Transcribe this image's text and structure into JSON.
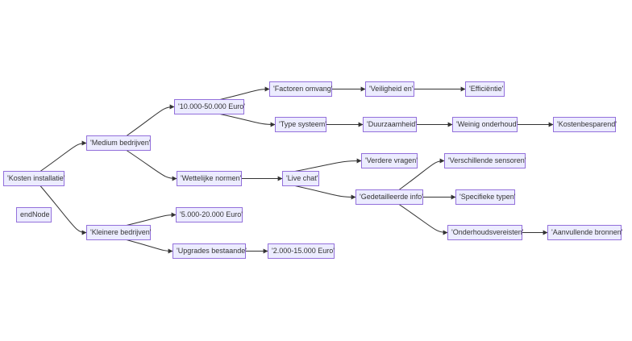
{
  "diagram": {
    "type": "flowchart",
    "colors": {
      "node_fill": "#ECECFF",
      "node_border": "#9370DB",
      "edge": "#333333",
      "text": "#333333"
    },
    "nodes": [
      {
        "id": "A",
        "label": "'Kosten installatie'"
      },
      {
        "id": "B",
        "label": "'Medium bedrijven'"
      },
      {
        "id": "C",
        "label": "'Kleinere bedrijven'"
      },
      {
        "id": "D",
        "label": "'10.000-50.000 Euro'"
      },
      {
        "id": "E",
        "label": "'Wettelijke normen'"
      },
      {
        "id": "F",
        "label": "'5.000-20.000 Euro'"
      },
      {
        "id": "G",
        "label": "'Upgrades bestaande'"
      },
      {
        "id": "H",
        "label": "'2.000-15.000 Euro'"
      },
      {
        "id": "I",
        "label": "'Factoren omvang'"
      },
      {
        "id": "J",
        "label": "'Veiligheid en'"
      },
      {
        "id": "K",
        "label": "'Efficiëntie'"
      },
      {
        "id": "L",
        "label": "'Type systeem'"
      },
      {
        "id": "M",
        "label": "'Duurzaamheid'"
      },
      {
        "id": "N",
        "label": "'Weinig onderhoud'"
      },
      {
        "id": "O",
        "label": "'Kostenbesparend'"
      },
      {
        "id": "P",
        "label": "'Live chat'"
      },
      {
        "id": "Q",
        "label": "'Verdere vragen'"
      },
      {
        "id": "R",
        "label": "'Gedetailleerde info'"
      },
      {
        "id": "S",
        "label": "'Verschillende sensoren'"
      },
      {
        "id": "T",
        "label": "'Specifieke typen'"
      },
      {
        "id": "U",
        "label": "'Onderhoudsvereisten'"
      },
      {
        "id": "V",
        "label": "'Aanvullende bronnen'"
      },
      {
        "id": "W",
        "label": "endNode"
      }
    ],
    "edges": [
      [
        "A",
        "B"
      ],
      [
        "A",
        "C"
      ],
      [
        "B",
        "D"
      ],
      [
        "B",
        "E"
      ],
      [
        "C",
        "F"
      ],
      [
        "C",
        "G"
      ],
      [
        "G",
        "H"
      ],
      [
        "D",
        "I"
      ],
      [
        "D",
        "L"
      ],
      [
        "I",
        "J"
      ],
      [
        "J",
        "K"
      ],
      [
        "L",
        "M"
      ],
      [
        "M",
        "N"
      ],
      [
        "N",
        "O"
      ],
      [
        "E",
        "P"
      ],
      [
        "P",
        "Q"
      ],
      [
        "P",
        "R"
      ],
      [
        "R",
        "S"
      ],
      [
        "R",
        "T"
      ],
      [
        "R",
        "U"
      ],
      [
        "U",
        "V"
      ]
    ]
  }
}
